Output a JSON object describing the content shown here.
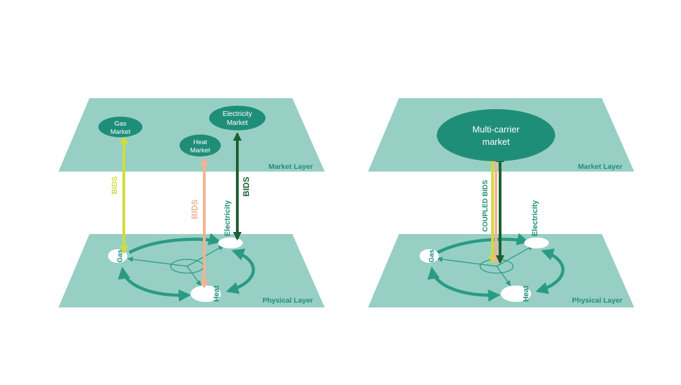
{
  "colors": {
    "plane": "#98cfc4",
    "teal": "#2a9a85",
    "node_dark": "#1f8e79",
    "bid_gas": "#cfdc3f",
    "bid_heat": "#f1b394",
    "bid_elec": "#1e5e34",
    "white": "#ffffff"
  },
  "left": {
    "layer_market": "Market Layer",
    "layer_physical": "Physical Layer",
    "gas_market_line1": "Gas",
    "gas_market_line2": "Market",
    "heat_market_line1": "Heat",
    "heat_market_line2": "Market",
    "elec_market_line1": "Electricity",
    "elec_market_line2": "Market",
    "bids_gas": "BIDS",
    "bids_heat": "BIDS",
    "bids_elec": "BIDS",
    "node_gas": "Gas",
    "node_heat": "Heat",
    "node_elec": "Electricity"
  },
  "right": {
    "layer_market": "Market Layer",
    "layer_physical": "Physical Layer",
    "market_line1": "Multi-carrier",
    "market_line2": "market",
    "coupled_bids": "COUPLED BIDS",
    "node_gas": "Gas",
    "node_heat": "Heat",
    "node_elec": "Electricity"
  }
}
